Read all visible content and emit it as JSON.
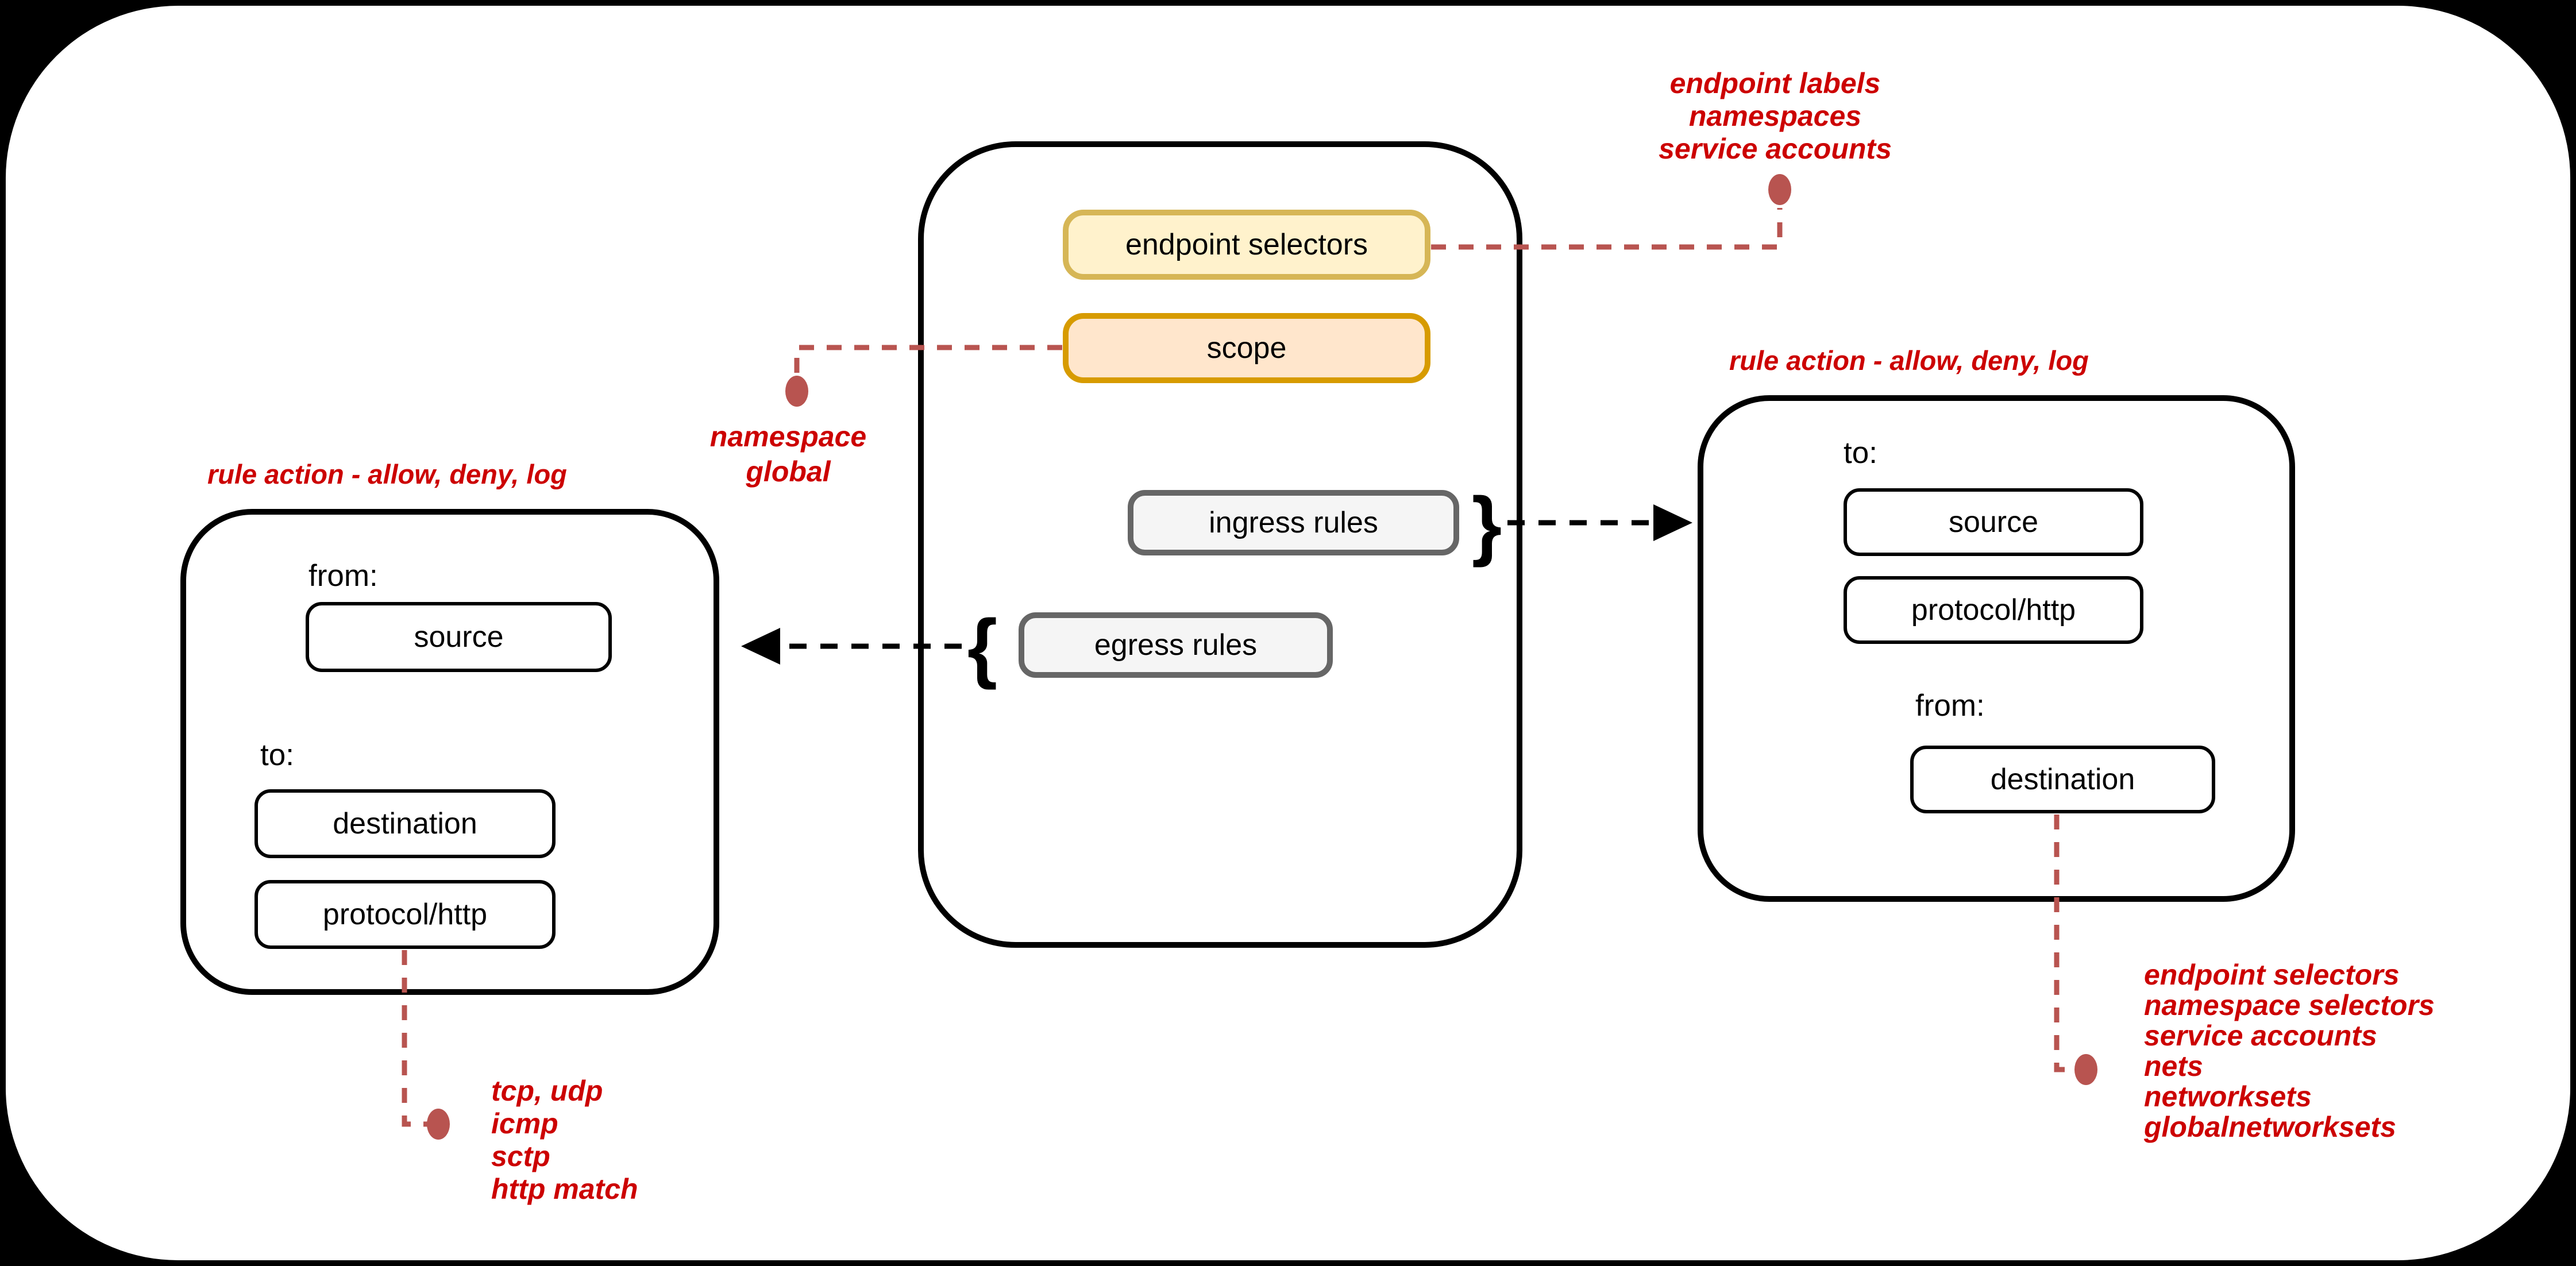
{
  "colors": {
    "background": "#000000",
    "canvas": "#ffffff",
    "red_text": "#cc0000",
    "red_connector": "#b85450",
    "yellow_fill": "#fff2cc",
    "yellow_border": "#d6b656",
    "orange_fill": "#ffe6cc",
    "orange_border": "#d79b00",
    "gray_fill": "#f5f5f5",
    "gray_border": "#666666"
  },
  "policy_container": {
    "endpoint_selectors": "endpoint selectors",
    "scope": "scope",
    "ingress_rules": "ingress rules",
    "egress_rules": "egress rules",
    "ingress_brace": "}",
    "egress_brace": "{"
  },
  "egress_detail": {
    "title": "rule action - allow, deny, log",
    "from_label": "from:",
    "source": "source",
    "to_label": "to:",
    "destination": "destination",
    "protocol": "protocol/http"
  },
  "ingress_detail": {
    "title": "rule action - allow, deny, log",
    "to_label": "to:",
    "source": "source",
    "protocol": "protocol/http",
    "from_label": "from:",
    "destination": "destination"
  },
  "notes": {
    "endpoint_selectors_note": "endpoint labels\nnamespaces\nservice accounts",
    "scope_note": "namespace\nglobal",
    "protocol_note": "tcp, udp\nicmp\nsctp\nhttp match",
    "destination_note": "endpoint selectors\nnamespace selectors\nservice accounts\nnets\nnetworksets\nglobalnetworksets"
  }
}
